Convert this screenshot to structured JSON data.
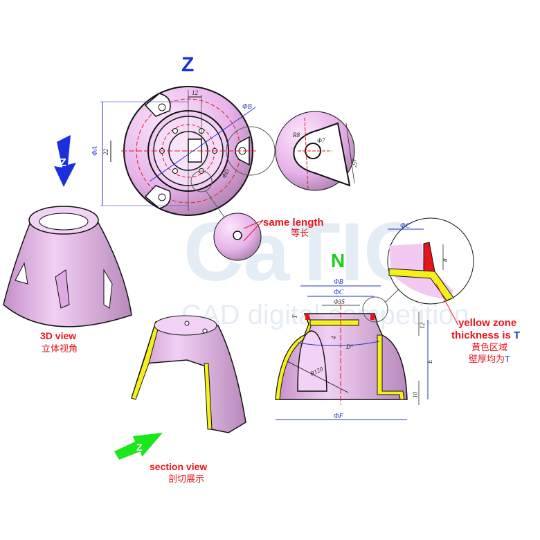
{
  "watermark": {
    "brand": "CaTICs",
    "subtitle": "CAD digital competition"
  },
  "view_labels": {
    "z_top": "Z",
    "n_front": "N",
    "z_arrow_3d": "Z",
    "z_arrow_section": "Z"
  },
  "captions": {
    "same_length_en": "same length",
    "same_length_cn": "等长",
    "view3d_en": "3D view",
    "view3d_cn": "立体视角",
    "section_en": "section view",
    "section_cn": "剖切展示",
    "yellow_en_1": "yellow zone",
    "yellow_en_2": "thickness is ",
    "yellow_en_T": "T",
    "yellow_cn_1": "黄色区域",
    "yellow_cn_2": "壁厚均为",
    "yellow_cn_T": "T"
  },
  "top_view_dims": {
    "width_12": "12",
    "dia_b": "ΦB",
    "dia_a": "ΦA",
    "height_22": "22",
    "dia_d": "ΦD"
  },
  "detail_dims": {
    "r8": "R8",
    "d7": "Φ7",
    "angle": "45°"
  },
  "front_view_dims": {
    "dia_b": "ΦB",
    "dia_c": "ΦC",
    "dia_35": "Φ35",
    "t": "T",
    "h12": "12",
    "h4": "4",
    "angle_d": "D°",
    "height_e": "E",
    "r120": "R120",
    "h10": "10",
    "dia_f": "ΦF"
  },
  "detail_front": {
    "dia_c": "ΦC",
    "h8": "8"
  },
  "colors": {
    "part": "#e9b8ec",
    "yellow": "#f4f01c",
    "red": "#e8141b",
    "dim_blue": "#2233cc",
    "z_blue": "#1a2fe0",
    "n_green": "#19d019"
  }
}
